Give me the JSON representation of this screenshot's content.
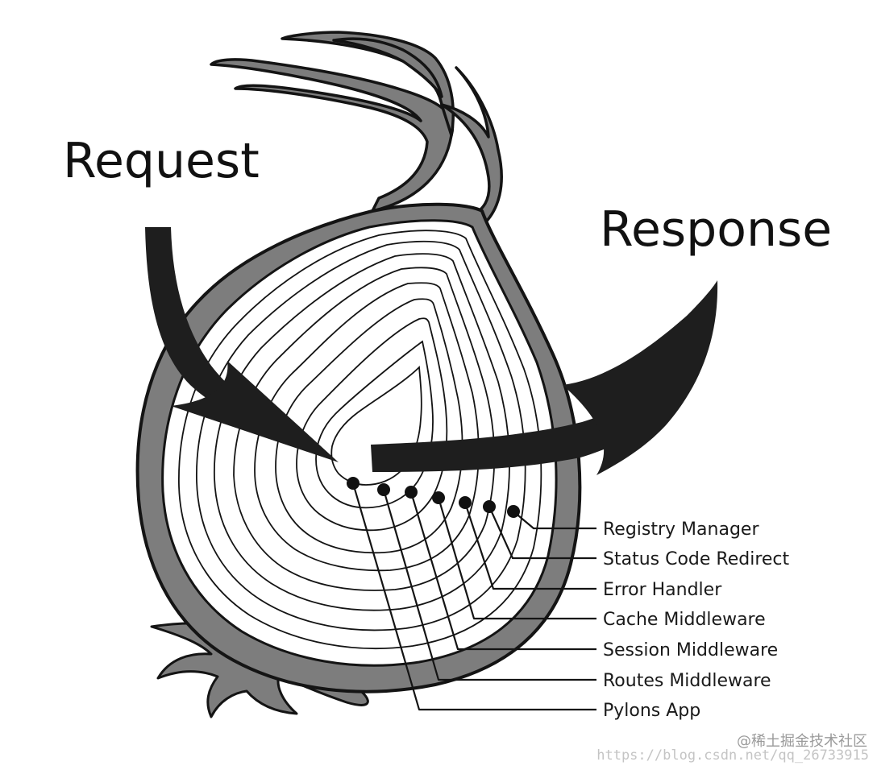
{
  "request_label": "Request",
  "response_label": "Response",
  "layers": [
    "Registry Manager",
    "Status Code Redirect",
    "Error Handler",
    "Cache Middleware",
    "Session Middleware",
    "Routes Middleware",
    "Pylons App"
  ],
  "watermark": {
    "line1": "@稀土掘金技术社区",
    "line2": "https://blog.csdn.net/qq_26733915"
  },
  "colors": {
    "skin": "#7d7d7d",
    "outline": "#141414",
    "arrow": "#1e1e1e",
    "ink": "#111111"
  }
}
